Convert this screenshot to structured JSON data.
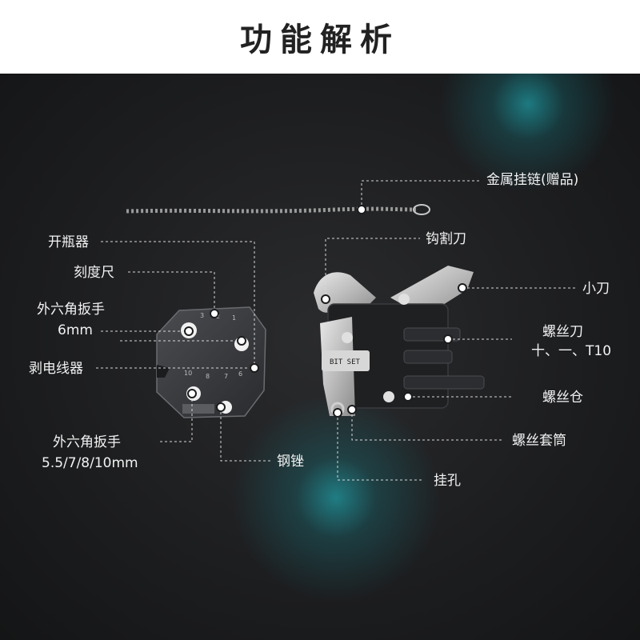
{
  "header": {
    "title": "功能解析"
  },
  "labels": {
    "chain": "金属挂链(赠品)",
    "hook_cutter": "钩割刀",
    "knife": "小刀",
    "screwdriver_line1": "螺丝刀",
    "screwdriver_line2": "十、一、T10",
    "bit_storage": "螺丝仓",
    "bit_socket": "螺丝套筒",
    "hang_hole": "挂孔",
    "bottle_opener": "开瓶器",
    "ruler": "刻度尺",
    "hex_wrench_6_line1": "外六角扳手",
    "hex_wrench_6_line2": "6mm",
    "wire_stripper": "剥电线器",
    "hex_wrench_multi_line1": "外六角扳手",
    "hex_wrench_multi_line2": "5.5/7/8/10mm",
    "file": "钢锉"
  },
  "tool_markings": {
    "bit_set": "BIT SET",
    "ruler_nums": [
      "1",
      "2",
      "3"
    ],
    "wrench_sizes": [
      "10",
      "8",
      "7",
      "6"
    ]
  },
  "colors": {
    "header_bg": "#ffffff",
    "title": "#222222",
    "label": "#f2f2f2",
    "glow": "#1ec8d2"
  }
}
